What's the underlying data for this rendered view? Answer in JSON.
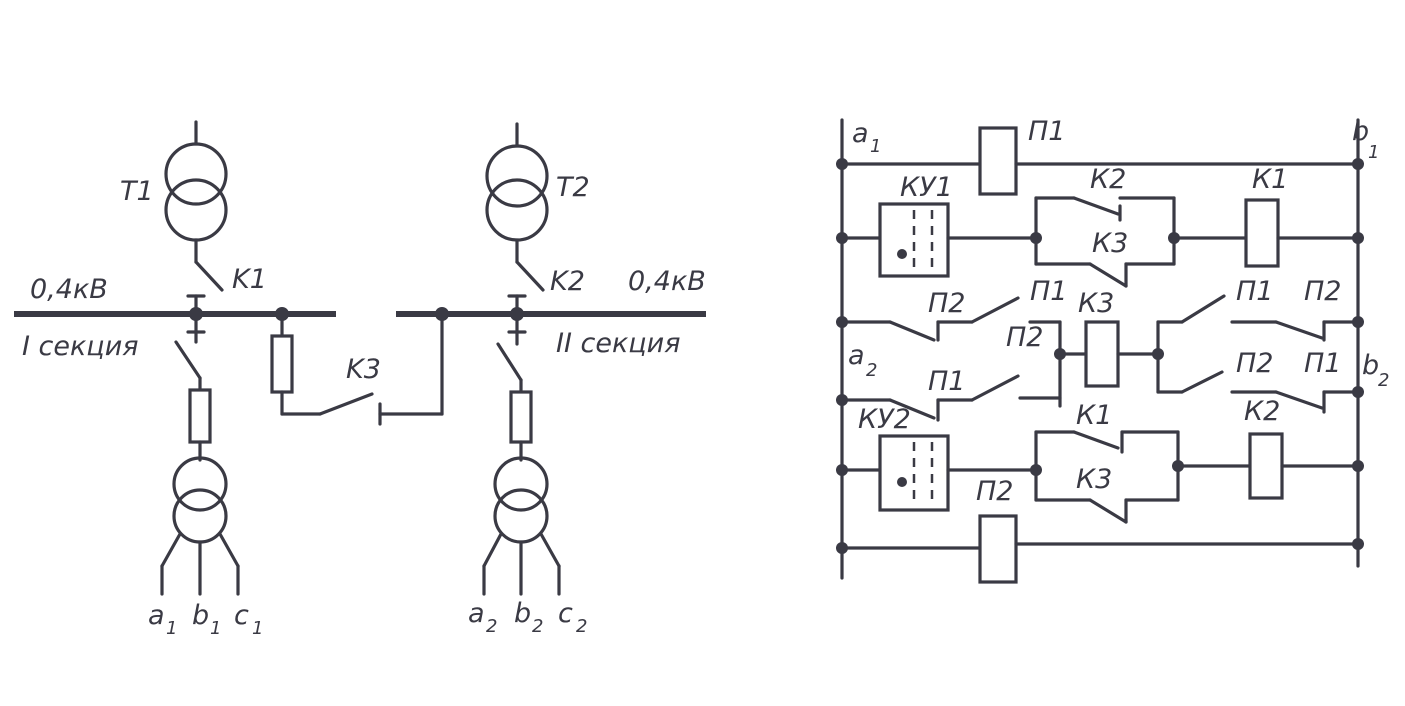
{
  "left_scheme": {
    "transformer_1": "T1",
    "transformer_2": "T2",
    "breaker_1": "K1",
    "breaker_2": "K2",
    "breaker_3": "K3",
    "voltage_left": "0,4кВ",
    "voltage_right": "0,4кВ",
    "section_1": "I секция",
    "section_2": "II секция",
    "outputs_1": [
      {
        "letter": "a",
        "sub": "1"
      },
      {
        "letter": "b",
        "sub": "1"
      },
      {
        "letter": "c",
        "sub": "1"
      }
    ],
    "outputs_2": [
      {
        "letter": "a",
        "sub": "2"
      },
      {
        "letter": "b",
        "sub": "2"
      },
      {
        "letter": "c",
        "sub": "2"
      }
    ]
  },
  "right_scheme": {
    "terminal_a1": {
      "letter": "a",
      "sub": "1"
    },
    "terminal_b1": {
      "letter": "b",
      "sub": "1"
    },
    "terminal_a2": {
      "letter": "a",
      "sub": "2"
    },
    "terminal_b2": {
      "letter": "b",
      "sub": "2"
    },
    "relay_p1": "П1",
    "relay_p2": "П2",
    "control_ku1": "КУ1",
    "control_ku2": "КУ2",
    "coil_k1": "К1",
    "coil_k2": "К2",
    "coil_k3": "К3",
    "contact_k1": "К1",
    "contact_k2": "К2",
    "contact_k3_row2": "К3",
    "contact_k3_row6": "К3",
    "contact_p1_row3": "П1",
    "contact_p2_row3": "П2",
    "contact_p1_row3_right": "П1",
    "contact_p2_row3_right": "П2",
    "contact_p1_row4": "П1",
    "contact_p2_row4": "П2",
    "contact_p2_row4_right": "П2",
    "contact_p1_row4_right": "П1",
    "coil_k3_label": "К3",
    "coil_p2_label": "П2"
  }
}
